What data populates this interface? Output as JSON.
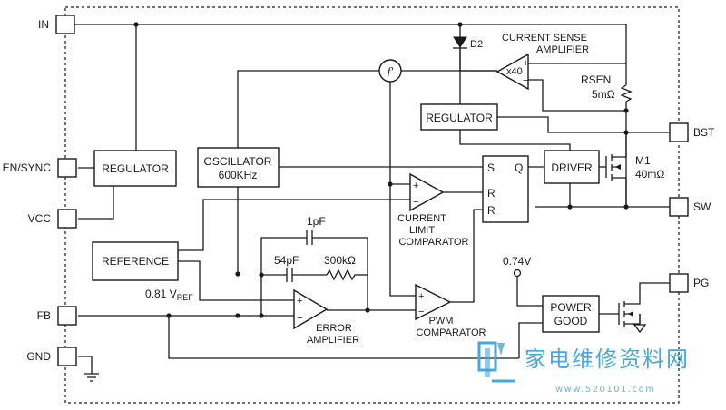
{
  "pins": {
    "in": "IN",
    "en_sync": "EN/SYNC",
    "vcc": "VCC",
    "fb": "FB",
    "gnd": "GND",
    "bst": "BST",
    "sw": "SW",
    "pg": "PG"
  },
  "blocks": {
    "regulator_left": "REGULATOR",
    "reference": "REFERENCE",
    "oscillator_line1": "OSCILLATOR",
    "oscillator_line2": "600KHz",
    "regulator_right": "REGULATOR",
    "driver": "DRIVER",
    "power_good_line1": "POWER",
    "power_good_line2": "GOOD",
    "latch_s": "S",
    "latch_r1": "R",
    "latch_r2": "R",
    "latch_q": "Q"
  },
  "labels": {
    "d2": "D2",
    "current_sense_line1": "CURRENT SENSE",
    "current_sense_line2": "AMPLIFIER",
    "gain": "x40",
    "rsen_name": "RSEN",
    "rsen_value": "5mΩ",
    "m1_name": "M1",
    "m1_value": "40mΩ",
    "current_limit_line1": "CURRENT",
    "current_limit_line2": "LIMIT",
    "current_limit_line3": "COMPARATOR",
    "cap_1pf": "1pF",
    "cap_54pf": "54pF",
    "res_300k": "300kΩ",
    "vref_prefix": "0.81 V",
    "vref_sub": "REF",
    "error_amp_line1": "ERROR",
    "error_amp_line2": "AMPLIFIER",
    "pwm_line1": "PWM",
    "pwm_line2": "COMPARATOR",
    "v074": "0.74V",
    "f_symbol": "f'"
  },
  "watermark": {
    "title": "家电维修资料网",
    "url": "www.520101.com"
  },
  "colors": {
    "line": "#1a1a1a",
    "watermark": "#4aa6d8"
  }
}
